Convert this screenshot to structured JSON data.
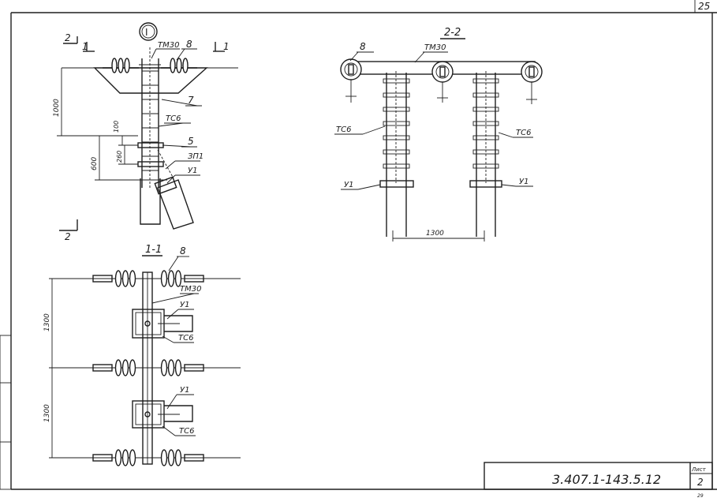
{
  "sheet": {
    "corner_page": "25",
    "code": "3.407.1-143.5.12",
    "sheet_label": "Лист",
    "sheet_number": "2",
    "tiny_mark": "29"
  },
  "view_top": {
    "marker": "I",
    "section_left_num": "2",
    "section_left_mark": "1",
    "section_right_mark": "1",
    "section_bottom_num": "2",
    "labels": {
      "tm30": "ТМ30",
      "p8": "8",
      "p7": "7",
      "tc6": "ТС6",
      "p5": "5",
      "zp1": "ЗП1",
      "u1": "У1"
    },
    "dims": {
      "d1000": "1000",
      "d100": "100",
      "d260": "260",
      "d600": "600"
    }
  },
  "view_side": {
    "title": "2-2",
    "labels": {
      "p8": "8",
      "tm30": "ТМ30",
      "tc6_left": "ТС6",
      "tc6_right": "ТС6",
      "u1_left": "У1",
      "u1_right": "У1"
    },
    "dims": {
      "d1300": "1300"
    }
  },
  "view_plan": {
    "title": "1-1",
    "labels": {
      "p8": "8",
      "tm30": "ТМ30",
      "u1_a": "У1",
      "tc6_a": "ТС6",
      "u1_b": "У1",
      "tc6_b": "ТС6"
    },
    "dims": {
      "d1300_a": "1300",
      "d1300_b": "1300"
    }
  }
}
